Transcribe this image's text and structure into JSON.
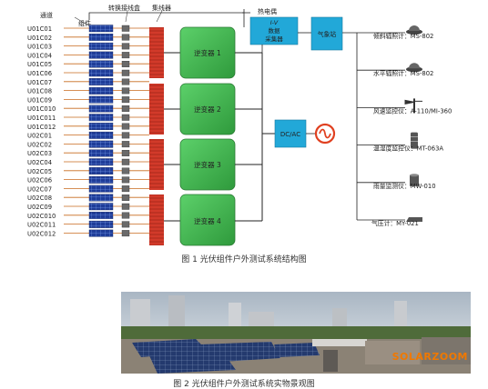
{
  "figure1": {
    "channel_label": "通道",
    "module_label": "组件",
    "switch_box_label": "转换接线盒",
    "combiner_label": "集线器",
    "thermocouple_label": "热电偶",
    "daq_lines": [
      "I-V",
      "数据",
      "采集器"
    ],
    "weather_station_label": "气象站",
    "dcac_label": "DC/AC",
    "channels": [
      "U01C01",
      "U01C02",
      "U01C03",
      "U01C04",
      "U01C05",
      "U01C06",
      "U01C07",
      "U01C08",
      "U01C09",
      "U01C010",
      "U01C011",
      "U01C012",
      "U02C01",
      "U02C02",
      "U02C03",
      "U02C04",
      "U02C05",
      "U02C06",
      "U02C07",
      "U02C08",
      "U02C09",
      "U02C010",
      "U02C011",
      "U02C012"
    ],
    "inverters": [
      "逆变器 1",
      "逆变器 2",
      "逆变器 3",
      "逆变器 4"
    ],
    "instruments": [
      {
        "label": "倾斜辐照计：MS-802",
        "icon": "pyranometer-icon"
      },
      {
        "label": "水平辐照计：MS-802",
        "icon": "pyranometer-icon"
      },
      {
        "label": "风速监控仪：A-110/MI-360",
        "icon": "anemometer-icon"
      },
      {
        "label": "温湿度监控仪：MT-063A",
        "icon": "thermo-hygrometer-icon"
      },
      {
        "label": "雨量监测仪：MW-010",
        "icon": "rain-gauge-icon"
      },
      {
        "label": "气压计：MY-021",
        "icon": "barometer-icon"
      }
    ],
    "caption": "图 1  光伏组件户外测试系统结构图",
    "colors": {
      "inverter": "#3db54a",
      "combiner": "#d23a2a",
      "daq": "#22a8d8",
      "module": "#1f3d99",
      "switch_box": "#6a6a6a",
      "wire": "#c86a1e",
      "grid_ring": "#e04020"
    }
  },
  "figure2": {
    "caption": "图 2  光伏组件户外测试系统实物景观图",
    "brand": "SOLARZOOM"
  }
}
